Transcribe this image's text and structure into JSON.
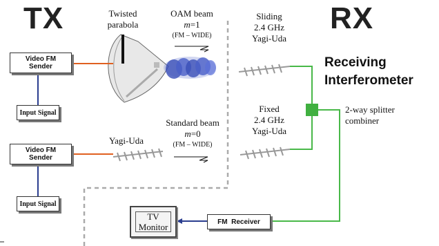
{
  "titles": {
    "tx": "TX",
    "rx": "RX"
  },
  "receiving": {
    "line1": "Receiving",
    "line2": "Interferometer"
  },
  "dish": {
    "line1": "Twisted",
    "line2": "parabola"
  },
  "oam_beam": {
    "line1": "OAM beam",
    "mode": "m=1",
    "mode_var": "m",
    "mode_val": "=1",
    "note": "(FM – WIDE)"
  },
  "standard_beam": {
    "line1": "Standard beam",
    "mode_var": "m",
    "mode_val": "=0",
    "note": "(FM – WIDE)"
  },
  "tx_yagi": {
    "label": "Yagi-Uda"
  },
  "sliding": {
    "line1": "Sliding",
    "line2": "2.4 GHz",
    "line3": "Yagi-Uda"
  },
  "fixed": {
    "line1": "Fixed",
    "line2": "2.4 GHz",
    "line3": "Yagi-Uda"
  },
  "splitter": {
    "line1": "2-way splitter",
    "line2": "combiner"
  },
  "sender1": {
    "line1": "Video FM",
    "line2": "Sender"
  },
  "sender2": {
    "line1": "Video FM",
    "line2": "Sender"
  },
  "input1": {
    "label": "Input Signal"
  },
  "input2": {
    "label": "Input Signal"
  },
  "receiver": {
    "label": "FM  Receiver"
  },
  "tv": {
    "line1": "TV",
    "line2": "Monitor"
  },
  "colors": {
    "tx_link": "#e06020",
    "rx_link": "#48b848",
    "wire": "#2a3d8f",
    "splitter": "#40b040",
    "beam": "#4a5fc8",
    "divider": "#aaaaaa"
  }
}
